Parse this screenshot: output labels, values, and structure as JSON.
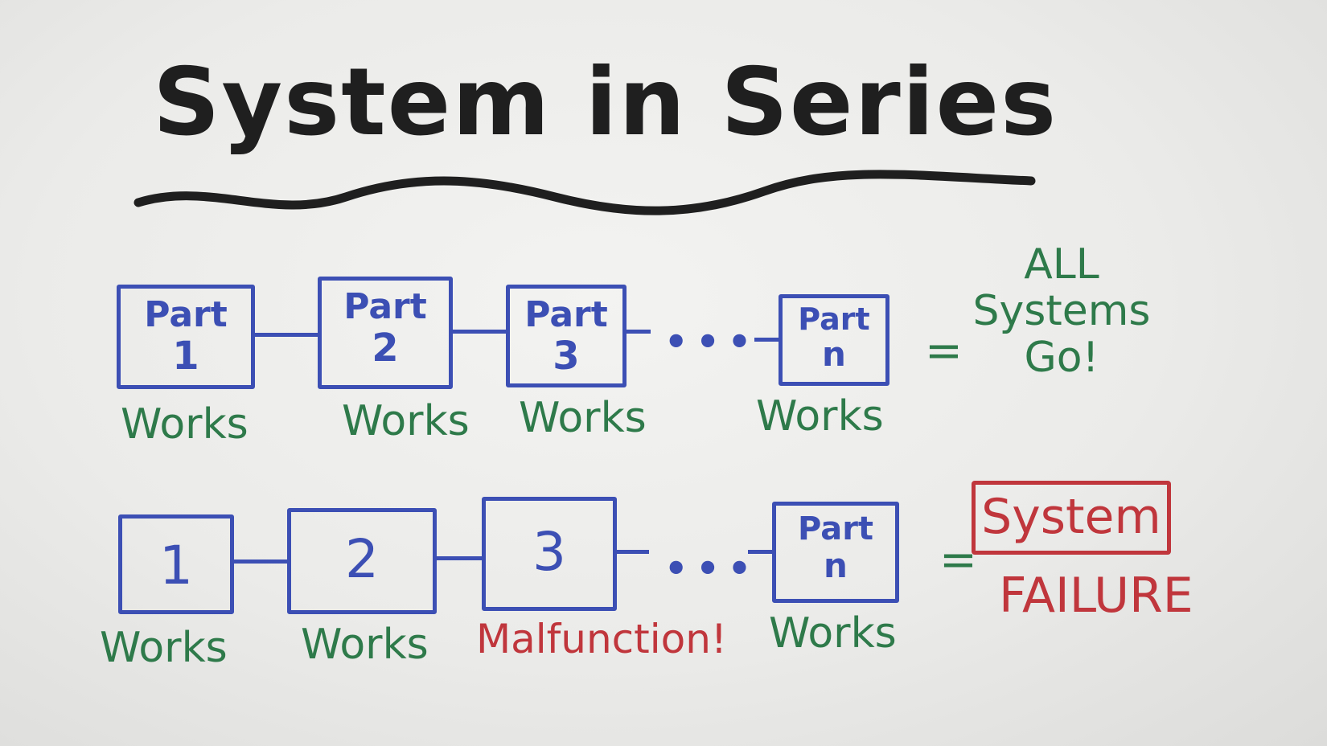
{
  "title": "System in Series",
  "row1": {
    "parts": [
      {
        "label": "Part",
        "number": "1",
        "status": "Works"
      },
      {
        "label": "Part",
        "number": "2",
        "status": "Works"
      },
      {
        "label": "Part",
        "number": "3",
        "status": "Works"
      },
      {
        "label": "Part",
        "number": "n",
        "status": "Works"
      }
    ],
    "ellipsis": "•••",
    "equals": "=",
    "result": [
      "ALL",
      "Systems",
      "Go!"
    ]
  },
  "row2": {
    "parts": [
      {
        "number": "1",
        "status": "Works"
      },
      {
        "number": "2",
        "status": "Works"
      },
      {
        "number": "3",
        "status": "Malfunction!"
      },
      {
        "label": "Part",
        "number": "n",
        "status": "Works"
      }
    ],
    "ellipsis": "•••",
    "equals": "=",
    "result_box": "System",
    "result_text": "FAILURE"
  },
  "colors": {
    "ink_black": "#1f1f1f",
    "part_blue": "#3c4fb4",
    "works_green": "#2e7a4a",
    "failure_red": "#c0363c"
  }
}
